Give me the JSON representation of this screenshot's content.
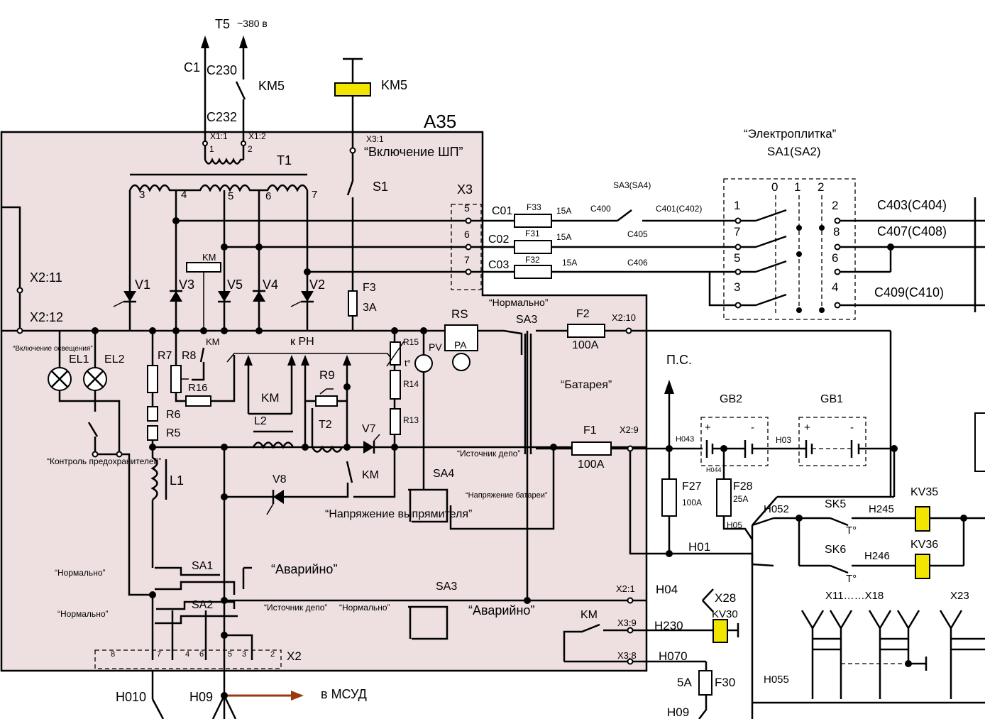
{
  "colors": {
    "block_fill": "#eedfe1",
    "relay_coil": "#f2e600",
    "arrow": "#9a3a10",
    "line": "#000000"
  },
  "top": {
    "t5": "T5",
    "voltage": "~380 в",
    "c1": "C1",
    "c230": "C230",
    "c232": "C232",
    "km5_contact": "KM5",
    "km5_coil": "KM5"
  },
  "block": {
    "a35": "A35",
    "x1_1": "X1:1",
    "x1_2": "X1:2",
    "pin1": "1",
    "pin2": "2",
    "t1": "T1",
    "t1_taps": [
      "3",
      "4",
      "5",
      "6",
      "7"
    ],
    "x3_1": "X3:1",
    "shp": "“Включение ШП”",
    "s1": "S1",
    "x3": "X3",
    "x3_pins": [
      "5",
      "6",
      "7"
    ],
    "km_relay": "KM",
    "v1": "V1",
    "v3": "V3",
    "v5": "V5",
    "v4": "V4",
    "v2": "V2",
    "f3": "F3",
    "f3_rating": "3A",
    "x2_11": "X2:11",
    "x2_12": "X2:12",
    "lights": "“Включение освещения”",
    "el1": "EL1",
    "el2": "EL2",
    "r7": "R7",
    "r8": "R8",
    "km_r8": "KM",
    "r16": "R16",
    "r6": "R6",
    "r5": "R5",
    "k_rn": "к РН",
    "km_mid": "KM",
    "r9": "R9",
    "l2": "L2",
    "t2": "T2",
    "v7": "V7",
    "r15": "R15",
    "temp": "t°",
    "r14": "R14",
    "r13": "R13",
    "pv": "PV",
    "rs": "RS",
    "pa": "PA",
    "km_v7": "KM",
    "v8": "V8",
    "l1": "L1",
    "fuse_ctrl": "“Контроль предохранителей”",
    "rect_voltage": "“Напряжение выпрямителя”",
    "normal_sa3": "“Нормально”",
    "sa3_top": "SA3",
    "f2": "F2",
    "f2_rating": "100A",
    "x2_10": "X2:10",
    "battery": "“Батарея”",
    "f1": "F1",
    "f1_rating": "100A",
    "x2_9": "X2:9",
    "src_depot1": "“Источник депо”",
    "sa4": "SA4",
    "bat_voltage": "“Напряжение батареи”",
    "sa1": "SA1",
    "sa2": "SA2",
    "emergency1": "“Аварийно”",
    "normal1": "“Нормально”",
    "normal2": "“Нормально”",
    "src_depot2": "“Источник депо”",
    "normal3": "“Нормально”",
    "sa3_bottom": "SA3",
    "emergency2": "“Аварийно”",
    "x2_1": "X2:1",
    "km_bottom": "KM",
    "x3_9": "X3:9",
    "x3_8": "X3:8",
    "x2": "X2",
    "x2_pins": [
      "8",
      "7",
      "4",
      "6",
      "5",
      "3",
      "2"
    ]
  },
  "feeders": {
    "c01": "C01",
    "c02": "C02",
    "c03": "C03",
    "f33": "F33",
    "f31": "F31",
    "f32": "F32",
    "r15a_1": "15A",
    "r15a_2": "15A",
    "r15a_3": "15A",
    "sa3sa4": "SA3(SA4)",
    "c400": "C400",
    "c401": "C401(C402)",
    "c405": "C405",
    "c406": "C406"
  },
  "stove": {
    "title": "“Электроплитка”",
    "sa": "SA1(SA2)",
    "positions": [
      "0",
      "1",
      "2"
    ],
    "left_pins": [
      "1",
      "7",
      "5",
      "3"
    ],
    "right_pins": [
      "2",
      "8",
      "6",
      "4"
    ],
    "c403": "C403(C404)",
    "c407": "C407(C408)",
    "c409": "C409(C410)"
  },
  "right": {
    "ps": "П.С.",
    "gb2": "GB2",
    "gb1": "GB1",
    "plus1": "+",
    "minus1": "-",
    "plus2": "+",
    "minus2": "-",
    "h043": "H043",
    "h03": "H03",
    "h044": "H044",
    "f27": "F27",
    "f27_rating": "100A",
    "f28": "F28",
    "f28_rating": "25A",
    "h05": "H05",
    "h052": "H052",
    "sk5": "SK5",
    "h245": "H245",
    "kv35": "KV35",
    "sk6": "SK6",
    "h246": "H246",
    "kv36": "KV36",
    "t0a": "T°",
    "t0b": "T°",
    "h01": "H01",
    "h04": "H04",
    "x28": "X28",
    "kv30": "KV30",
    "h230": "H230",
    "h070": "H070",
    "f30": "F30",
    "f30_rating": "5A",
    "h09r": "H09",
    "h055": "H055",
    "x11": "X11……X18",
    "x23": "X23"
  },
  "bottom": {
    "h010": "H010",
    "h09": "H09",
    "msud": "в МСУД"
  }
}
